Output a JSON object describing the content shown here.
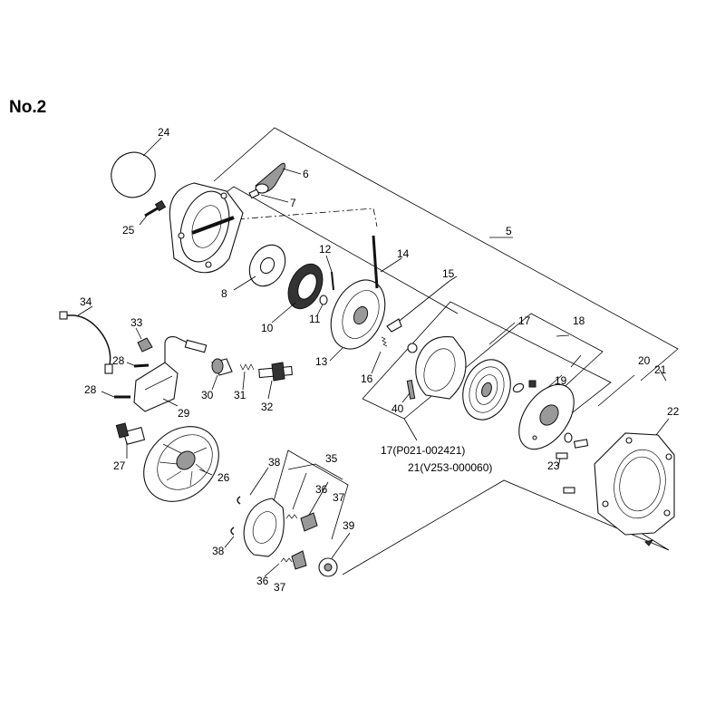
{
  "title": "No.2",
  "labels": {
    "p5": "5",
    "p6": "6",
    "p7": "7",
    "p8": "8",
    "p10": "10",
    "p11": "11",
    "p12": "12",
    "p13": "13",
    "p14": "14",
    "p15": "15",
    "p16": "16",
    "p17": "17",
    "p17ref": "17(P021-002421)",
    "p18": "18",
    "p19": "19",
    "p20": "20",
    "p21": "21",
    "p21ref": "21(V253-000060)",
    "p22": "22",
    "p23": "23",
    "p24": "24",
    "p25": "25",
    "p26": "26",
    "p27": "27",
    "p28a": "28",
    "p28b": "28",
    "p29": "29",
    "p30": "30",
    "p31": "31",
    "p32": "32",
    "p33": "33",
    "p34": "34",
    "p35": "35",
    "p36a": "36",
    "p36b": "36",
    "p37a": "37",
    "p37b": "37",
    "p38a": "38",
    "p38b": "38",
    "p39": "39",
    "p40": "40"
  }
}
